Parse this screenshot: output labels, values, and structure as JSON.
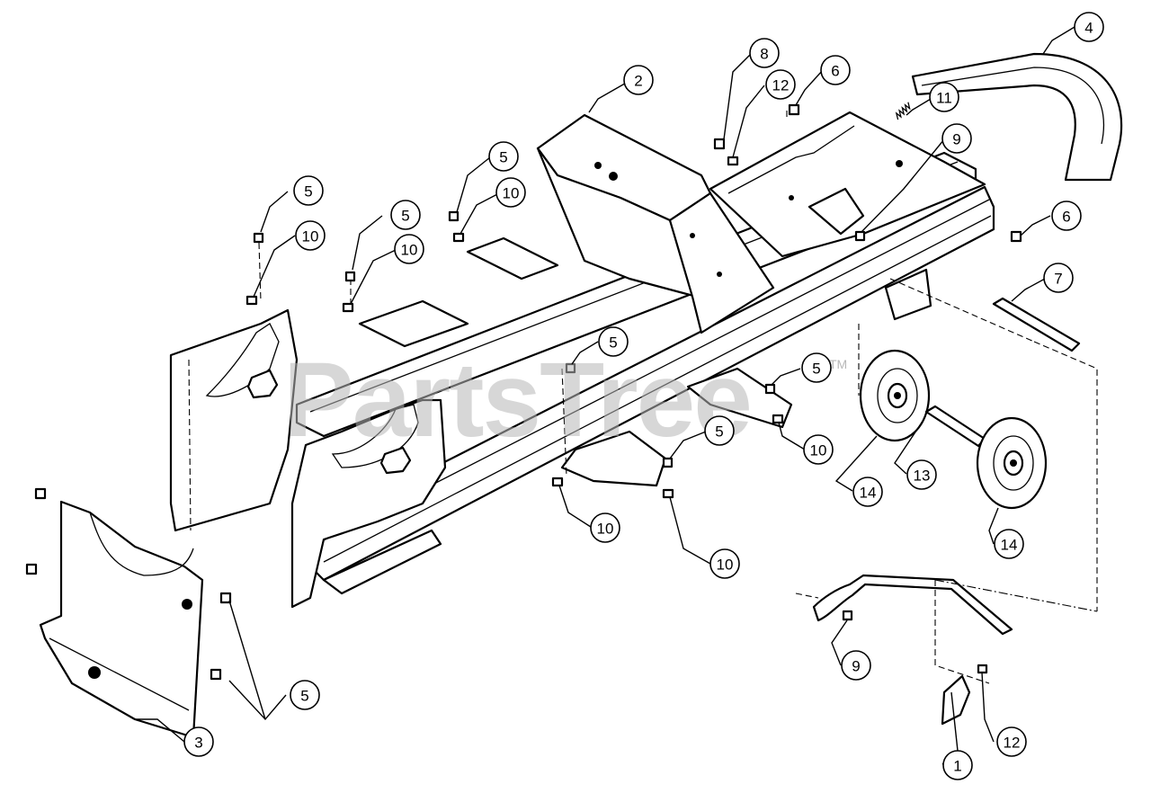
{
  "watermark": {
    "text": "PartsTree",
    "trademark": "TM"
  },
  "callouts": [
    {
      "id": "c1",
      "label": "1"
    },
    {
      "id": "c2",
      "label": "2"
    },
    {
      "id": "c3",
      "label": "3"
    },
    {
      "id": "c4",
      "label": "4"
    },
    {
      "id": "c5a",
      "label": "5"
    },
    {
      "id": "c5b",
      "label": "5"
    },
    {
      "id": "c5c",
      "label": "5"
    },
    {
      "id": "c5d",
      "label": "5"
    },
    {
      "id": "c5e",
      "label": "5"
    },
    {
      "id": "c5f",
      "label": "5"
    },
    {
      "id": "c5g",
      "label": "5"
    },
    {
      "id": "c6a",
      "label": "6"
    },
    {
      "id": "c6b",
      "label": "6"
    },
    {
      "id": "c7",
      "label": "7"
    },
    {
      "id": "c8",
      "label": "8"
    },
    {
      "id": "c9a",
      "label": "9"
    },
    {
      "id": "c9b",
      "label": "9"
    },
    {
      "id": "c10a",
      "label": "10"
    },
    {
      "id": "c10b",
      "label": "10"
    },
    {
      "id": "c10c",
      "label": "10"
    },
    {
      "id": "c10d",
      "label": "10"
    },
    {
      "id": "c10e",
      "label": "10"
    },
    {
      "id": "c10f",
      "label": "10"
    },
    {
      "id": "c11",
      "label": "11"
    },
    {
      "id": "c12a",
      "label": "12"
    },
    {
      "id": "c12b",
      "label": "12"
    },
    {
      "id": "c13",
      "label": "13"
    },
    {
      "id": "c14a",
      "label": "14"
    },
    {
      "id": "c14b",
      "label": "14"
    }
  ]
}
